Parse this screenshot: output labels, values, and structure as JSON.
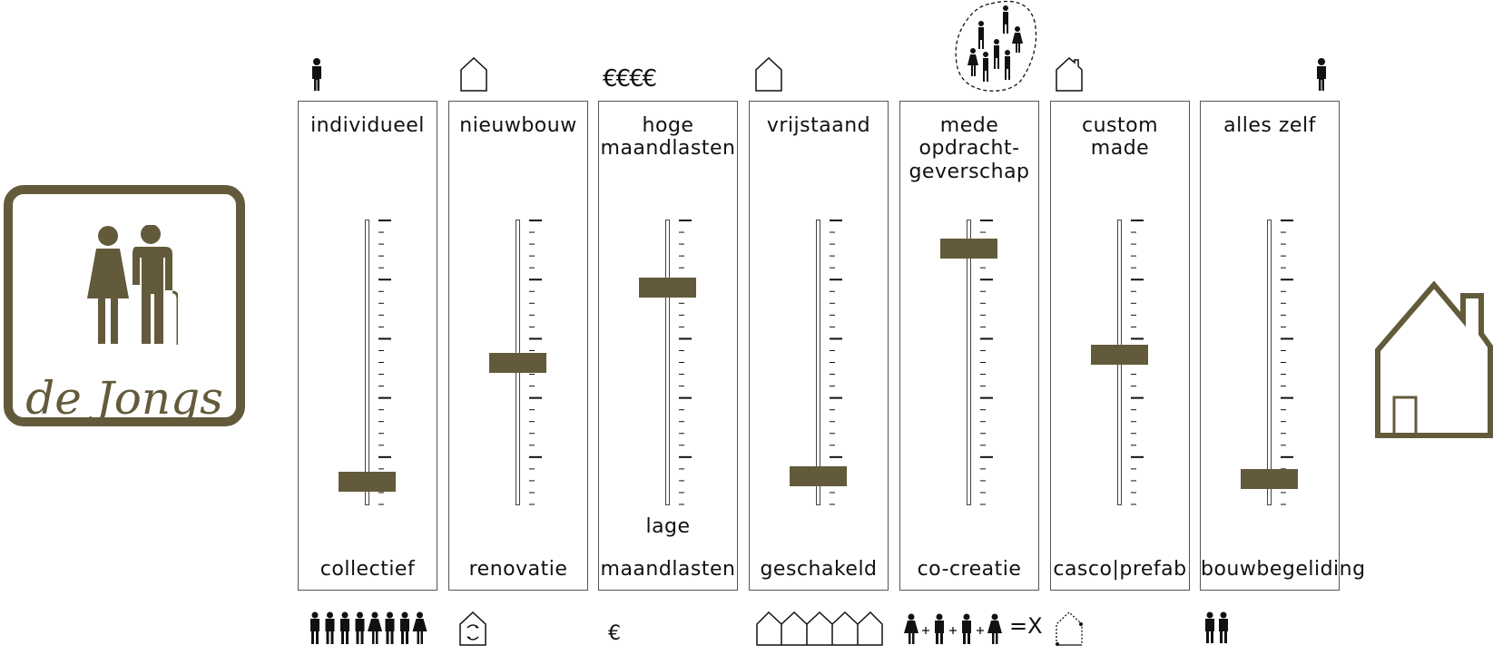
{
  "persona": {
    "name": "de Jongs",
    "icon": "elderly-couple-icon"
  },
  "colors": {
    "accent": "#625a3a",
    "border": "#555555"
  },
  "sliders": [
    {
      "id": "individueel",
      "top_label": "individueel",
      "bottom_label": "collectief",
      "top_icon": "single-person-icon",
      "bottom_icon": "crowd-row-icon",
      "value": 0.05
    },
    {
      "id": "nieuwbouw",
      "top_label": "nieuwbouw",
      "bottom_label": "renovatie",
      "top_icon": "house-outline-icon",
      "bottom_icon": "house-renovate-icon",
      "value": 0.5
    },
    {
      "id": "maandlasten",
      "top_label": "hoge\nmaandlasten",
      "bottom_label": "maandlasten",
      "mid_label": "lage",
      "top_icon": "euro-many-icon",
      "top_icon_text": "€€€€",
      "bottom_icon": "euro-single-icon",
      "bottom_icon_text": "€",
      "value": 0.78
    },
    {
      "id": "vrijstaand",
      "top_label": "vrijstaand",
      "bottom_label": "geschakeld",
      "top_icon": "house-outline-icon",
      "bottom_icon": "row-houses-icon",
      "value": 0.07
    },
    {
      "id": "mede",
      "top_label": "mede\nopdracht-\ngeverschap",
      "bottom_label": "co-creatie",
      "top_icon": "group-cluster-icon",
      "bottom_icon": "people-sum-icon",
      "bottom_icon_text": "=X",
      "value": 0.93
    },
    {
      "id": "custom",
      "top_label": "custom\nmade",
      "bottom_label": "casco|prefab",
      "top_icon": "house-chimney-icon",
      "bottom_icon": "house-frame-icon",
      "value": 0.53
    },
    {
      "id": "alleszelf",
      "top_label": "alles zelf",
      "bottom_label": "bouwbegeliding",
      "top_icon": "single-person-icon",
      "bottom_icon": "two-persons-icon",
      "value": 0.06
    }
  ],
  "house_icon": "large-house-icon"
}
